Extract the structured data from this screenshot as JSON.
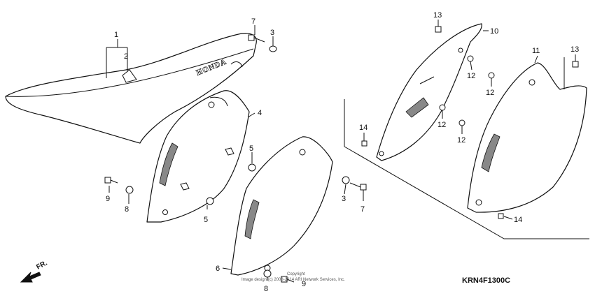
{
  "callouts": {
    "c1": "1",
    "c2": "2",
    "c3a": "3",
    "c7a": "7",
    "c4": "4",
    "c5a": "5",
    "c9a": "9",
    "c8a": "8",
    "c5b": "5",
    "c3b": "3",
    "c7b": "7",
    "c6": "6",
    "c8b": "8",
    "c9b": "9",
    "c13a": "13",
    "c10": "10",
    "c11": "11",
    "c13b": "13",
    "c12a": "12",
    "c12b": "12",
    "c12c": "12",
    "c12d": "12",
    "c14a": "14",
    "c14b": "14"
  },
  "seat_brand": "HONDA",
  "direction_label": "FR.",
  "diagram_code": "KRN4F1300C",
  "copyright_line1": "Copyright",
  "copyright_line2": "Image design (c) 2003-2014 ARI Network Services, Inc.",
  "icons": [
    "front-direction-arrow-icon"
  ]
}
